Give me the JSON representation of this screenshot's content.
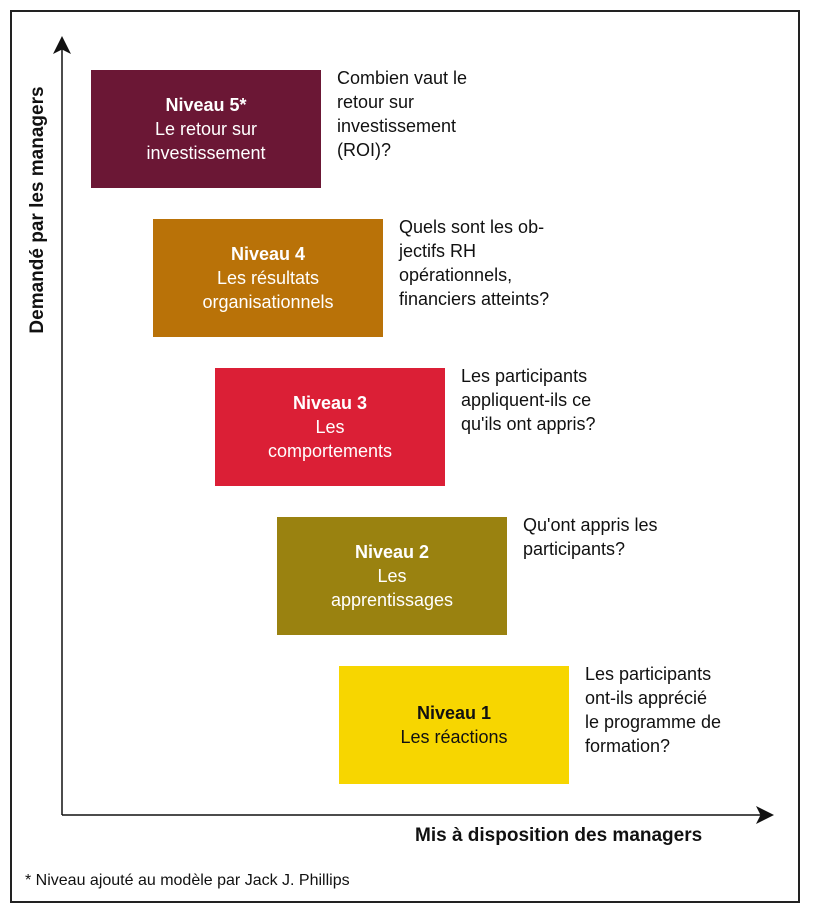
{
  "axes": {
    "y_label": "Demandé par les managers",
    "x_label": "Mis à disposition des managers"
  },
  "footnote": "* Niveau ajouté au modèle par Jack J. Phillips",
  "levels": [
    {
      "title": "Niveau 5*",
      "subtitle": "Le retour sur\ninvestissement",
      "question": "Combien vaut le\nretour sur\ninvestissement\n(ROI)?",
      "color": "#6b1735",
      "text_color": "#ffffff"
    },
    {
      "title": "Niveau 4",
      "subtitle": "Les résultats\norganisationnels",
      "question": "Quels sont les ob-\njectifs RH\nopérationnels,\nfinanciers atteints?",
      "color": "#b97208",
      "text_color": "#ffffff"
    },
    {
      "title": "Niveau 3",
      "subtitle": "Les\ncomportements",
      "question": "Les participants\nappliquent-ils ce\nqu'ils ont appris?",
      "color": "#db1f36",
      "text_color": "#ffffff"
    },
    {
      "title": "Niveau 2",
      "subtitle": "Les\napprentissages",
      "question": "Qu'ont appris les\nparticipants?",
      "color": "#9a8210",
      "text_color": "#ffffff"
    },
    {
      "title": "Niveau 1",
      "subtitle": "Les réactions",
      "question": "Les participants\nont-ils apprécié\nle programme de\nformation?",
      "color": "#f7d600",
      "text_color": "#111111"
    }
  ]
}
